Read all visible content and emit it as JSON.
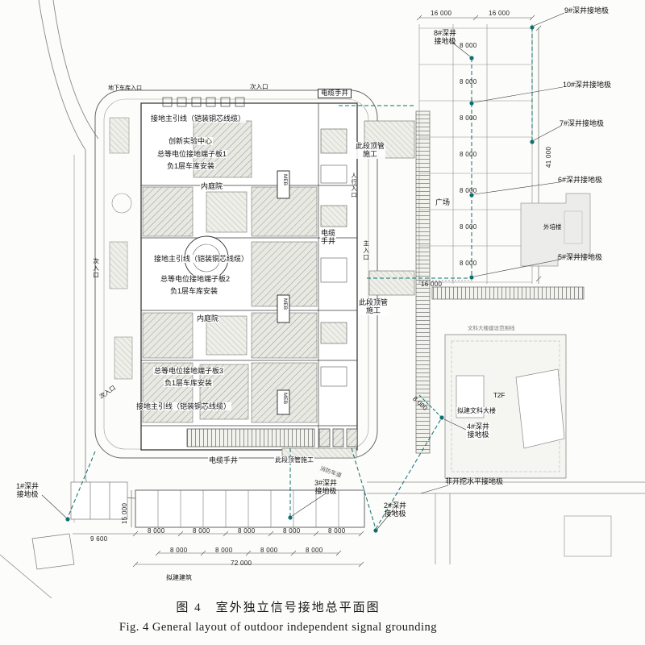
{
  "figure": {
    "caption_zh": "图 4　室外独立信号接地总平面图",
    "caption_en": "Fig. 4  General layout of outdoor independent signal grounding"
  },
  "labels": {
    "e1": "1#深井\n接地极",
    "e2": "2#深井\n接地极",
    "e3": "3#深井\n接地极",
    "e4": "4#深井\n接地极",
    "e5": "5#深井接地极",
    "e6": "6#深井接地极",
    "e7": "7#深井接地极",
    "e8": "8#深井\n接地极",
    "e9": "9#深井接地极",
    "e10": "10#深井接地极",
    "horiz_electrode": "非开挖水平接地极",
    "cable_well_top": "电缆手井",
    "cable_well_mid": "电缆\n手井",
    "cable_well_bottom": "电缆手井",
    "main_lead": "接地主引线（铠装铜芯线缆）",
    "center_name": "创新实验中心",
    "teb1": "总等电位接地端子板1",
    "teb2": "总等电位接地端子板2",
    "teb3": "总等电位接地端子板3",
    "garage": "负1层车库安装",
    "courtyard": "内庭院",
    "meb": "MEB",
    "pipe_jacking": "此段顶管\n施工",
    "pipe_jacking_inline": "此段顶管施工",
    "plaza": "广场",
    "waipeilou": "外培楼",
    "proposed_building": "拟建文科大楼",
    "t2f": "T2F",
    "scope_note": "文科大楼建设范围线",
    "proposed_note": "拟建建筑",
    "fire_lane": "消防车道",
    "ent_garage": "地下车库入口",
    "ent_secondary": "次入口",
    "ent_main": "主入口",
    "ent_ped": "人行入口"
  },
  "dims": {
    "d16000": "16 000",
    "d41000": "41 000",
    "d8000": "8 000",
    "d15000": "15 000",
    "d9600": "9 600",
    "d72000": "72 000"
  },
  "colors": {
    "ground_accent": "#0f6f6f",
    "line": "#4a4a4a"
  }
}
